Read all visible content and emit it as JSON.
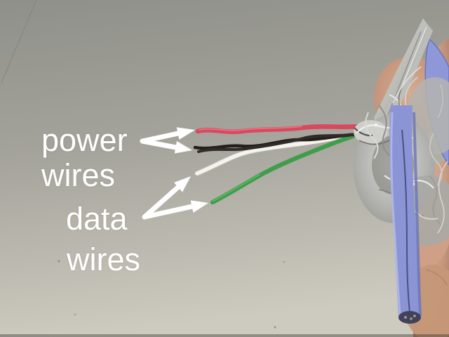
{
  "annotations": {
    "text_color": "#ffffff",
    "arrow_color": "#ffffff",
    "power": {
      "line1": "power",
      "line2": "wires"
    },
    "data": {
      "line1": "data",
      "line2": "wires"
    }
  },
  "wires": [
    {
      "name": "red power wire",
      "color": "#d9495e"
    },
    {
      "name": "black power wire",
      "color": "#26201d"
    },
    {
      "name": "white data wire",
      "color": "#f4f3ee"
    },
    {
      "name": "green data wire",
      "color": "#3f9d4b"
    }
  ],
  "cable": {
    "jacket_color": "#8b95d6",
    "shield_color": "#c9c9c5"
  },
  "hand": {
    "skin_color": "#c89d85"
  },
  "background": {
    "top": "#8f908a",
    "bottom": "#cdcabf"
  }
}
